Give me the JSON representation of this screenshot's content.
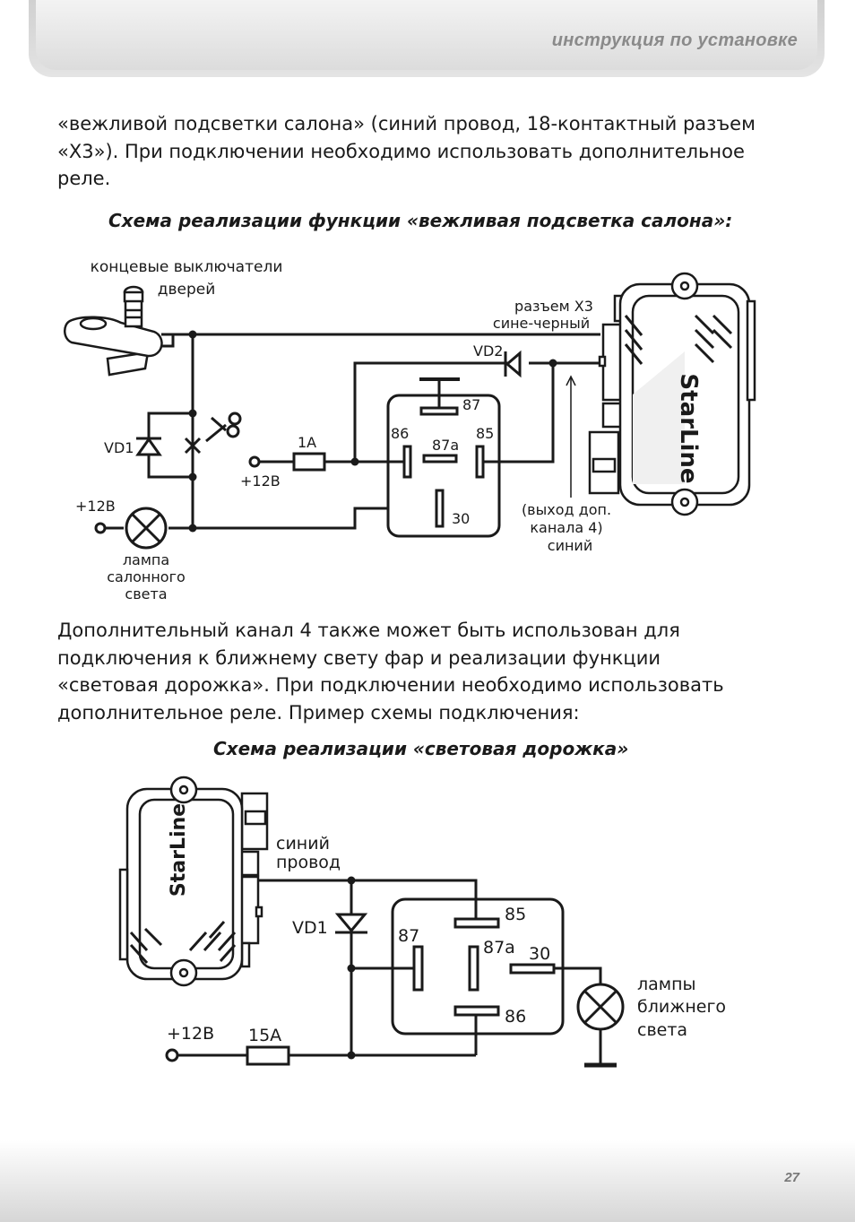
{
  "header": {
    "title": "инструкция по установке"
  },
  "intro_paragraph": {
    "line1": "«вежливой подсветки салона» (синий провод, 18-контактный разъем",
    "line2": "«Х3»). При подключении необходимо использовать дополнительное",
    "line3": "реле."
  },
  "diagram1": {
    "caption": "Схема реализации функции «вежливая подсветка салона»:",
    "door_switches_line1": "концевые выключатели",
    "door_switches_line2": "дверей",
    "connector_line1": "разъем Х3",
    "connector_line2": "сине-черный",
    "diode_vd2": "VD2",
    "diode_vd1": "VD1",
    "fuse": "1А",
    "plus12_fuse": "+12В",
    "plus12_lamp": "+12В",
    "relay_pins": {
      "p87": "87",
      "p86": "86",
      "p87a": "87а",
      "p85": "85",
      "p30": "30"
    },
    "lamp_line1": "лампа",
    "lamp_line2": "салонного",
    "lamp_line3": "света",
    "output_line1": "(выход доп.",
    "output_line2": "канала 4)",
    "output_line3": "синий",
    "brand": "StarLine"
  },
  "second_paragraph": {
    "line1": "Дополнительный канал 4 также может быть использован для",
    "line2": "подключения к ближнему свету фар и реализации функции",
    "line3": "«световая дорожка». При подключении необходимо использовать",
    "line4": "дополнительное реле. Пример схемы подключения:"
  },
  "diagram2": {
    "caption": "Схема реализации «световая дорожка»",
    "wire_line1": "синий",
    "wire_line2": "провод",
    "diode_vd1": "VD1",
    "plus12": "+12В",
    "fuse": "15А",
    "relay_pins": {
      "p85": "85",
      "p87": "87",
      "p87a": "87а",
      "p30": "30",
      "p86": "86"
    },
    "lamps_line1": "лампы",
    "lamps_line2": "ближнего",
    "lamps_line3": "света",
    "brand": "StarLine"
  },
  "footer": {
    "page_number": "27"
  }
}
